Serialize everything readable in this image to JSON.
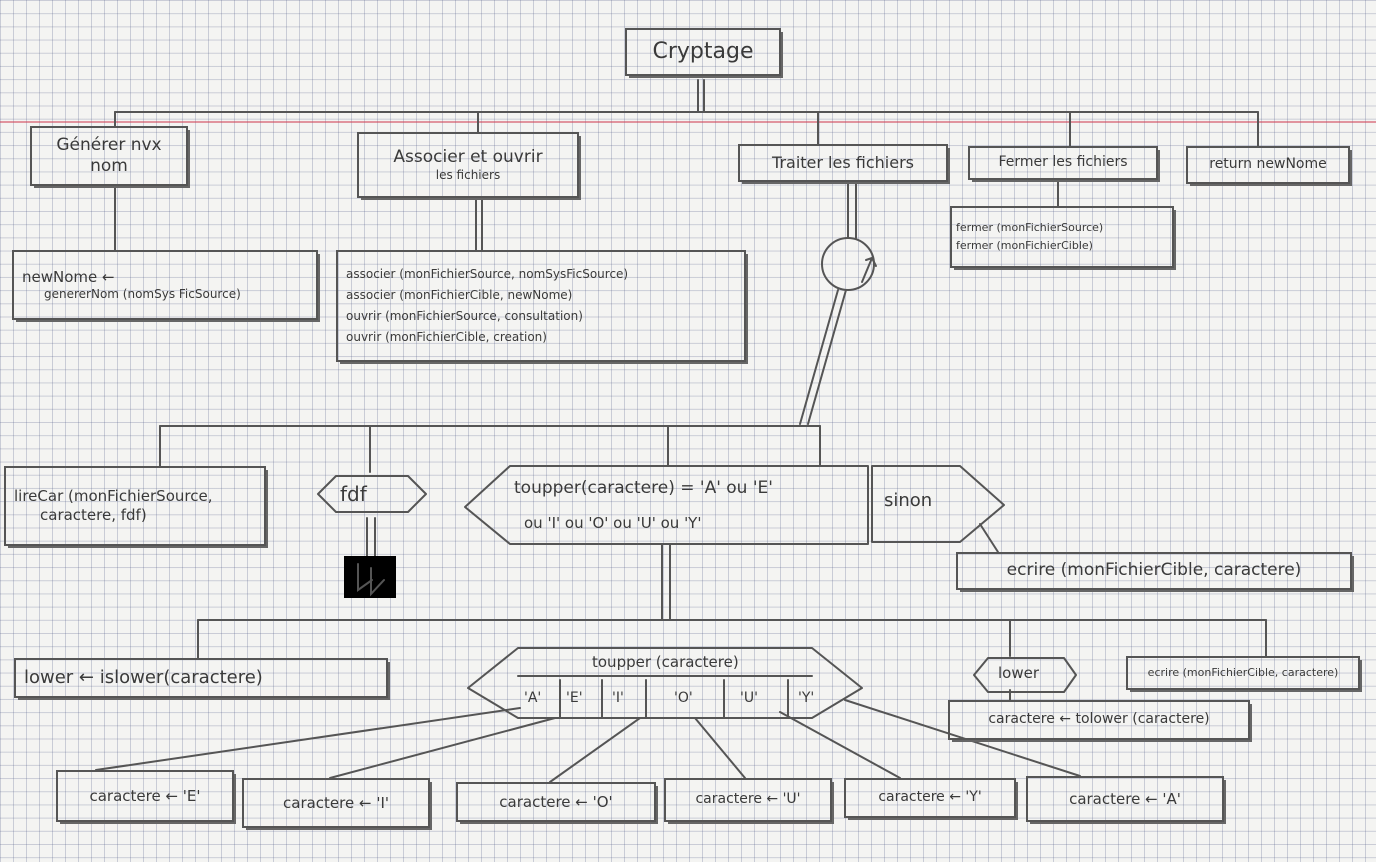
{
  "root": "Cryptage",
  "level1": {
    "generer": [
      "Générer nvx",
      "nom"
    ],
    "associer": [
      "Associer et ouvrir",
      "les fichiers"
    ],
    "traiter": "Traiter les fichiers",
    "fermer": "Fermer les fichiers",
    "return": "return newNome"
  },
  "generer_detail": [
    "newNome ←",
    "genererNom (nomSys FicSource)"
  ],
  "associer_detail": [
    "associer (monFichierSource, nomSysFicSource)",
    "associer (monFichierCible, newNome)",
    "ouvrir (monFichierSource, consultation)",
    "ouvrir (monFichierCible, creation)"
  ],
  "fermer_detail": [
    "fermer (monFichierSource)",
    "fermer (monFichierCible)"
  ],
  "loop_level": {
    "lireCar": [
      "lireCar (monFichierSource,",
      "caractere, fdf)"
    ],
    "fdf": "fdf",
    "condition": [
      "toupper(caractere) = 'A' ou 'E'",
      "ou 'I' ou 'O' ou 'U' ou 'Y'"
    ],
    "sinon": "sinon",
    "ecrire_sinon": "ecrire (monFichierCible, caractere)"
  },
  "branch_level": {
    "lower": "lower ← islower(caractere)",
    "switch_title": "toupper (caractere)",
    "cases": [
      "'A'",
      "'E'",
      "'I'",
      "'O'",
      "'U'",
      "'Y'"
    ],
    "lower_test": "lower",
    "ecrire": "ecrire (monFichierCible, caractere)",
    "tolower": "caractere ← tolower (caractere)"
  },
  "assignments": [
    "caractere ← 'E'",
    "caractere ← 'I'",
    "caractere ← 'O'",
    "caractere ← 'U'",
    "caractere ← 'Y'",
    "caractere ← 'A'"
  ]
}
